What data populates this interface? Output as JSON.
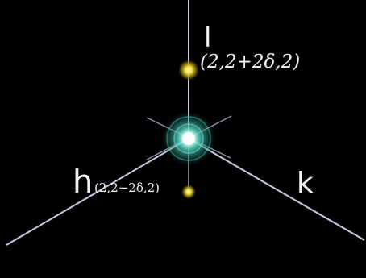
{
  "axes": {
    "l_label": "l",
    "h_label": "h",
    "k_label": "k"
  },
  "reflections": {
    "upper": {
      "label": "(2,2+2δ,2)"
    },
    "lower": {
      "label": "(2,2−2δ,2)"
    }
  },
  "colors": {
    "background": "#000000",
    "axis_line": "#c8cbe0",
    "central_glow": "#2fa896",
    "satellite_peak": "#d8c218"
  }
}
